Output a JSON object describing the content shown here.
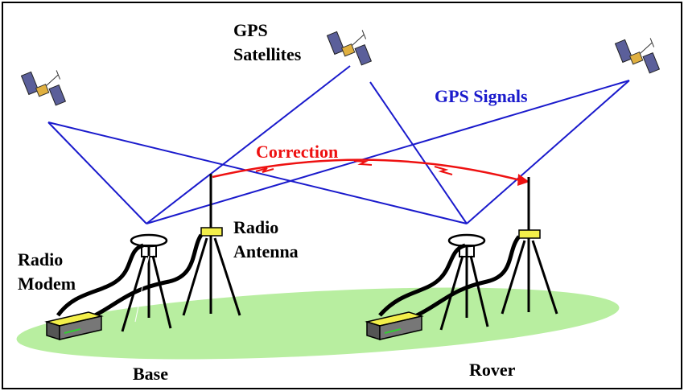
{
  "labels": {
    "gps_satellites_line1": "GPS",
    "gps_satellites_line2": "Satellites",
    "gps_signals": "GPS Signals",
    "correction": "Correction",
    "radio_antenna_line1": "Radio",
    "radio_antenna_line2": "Antenna",
    "radio_modem_line1": "Radio",
    "radio_modem_line2": "Modem",
    "base": "Base",
    "rover": "Rover"
  },
  "colors": {
    "signal_line": "#1a1acc",
    "correction": "#ee1111",
    "ground": "#b8eea0",
    "modem_body": "#777777",
    "modem_top": "#f3ef4a",
    "cable": "#000000",
    "satellite_panel": "#5b5f9a",
    "satellite_body": "#e0b040"
  },
  "icons": {
    "satellite": "satellite-icon",
    "tripod": "tripod-icon",
    "antenna": "antenna-icon",
    "modem": "radio-modem-icon"
  }
}
